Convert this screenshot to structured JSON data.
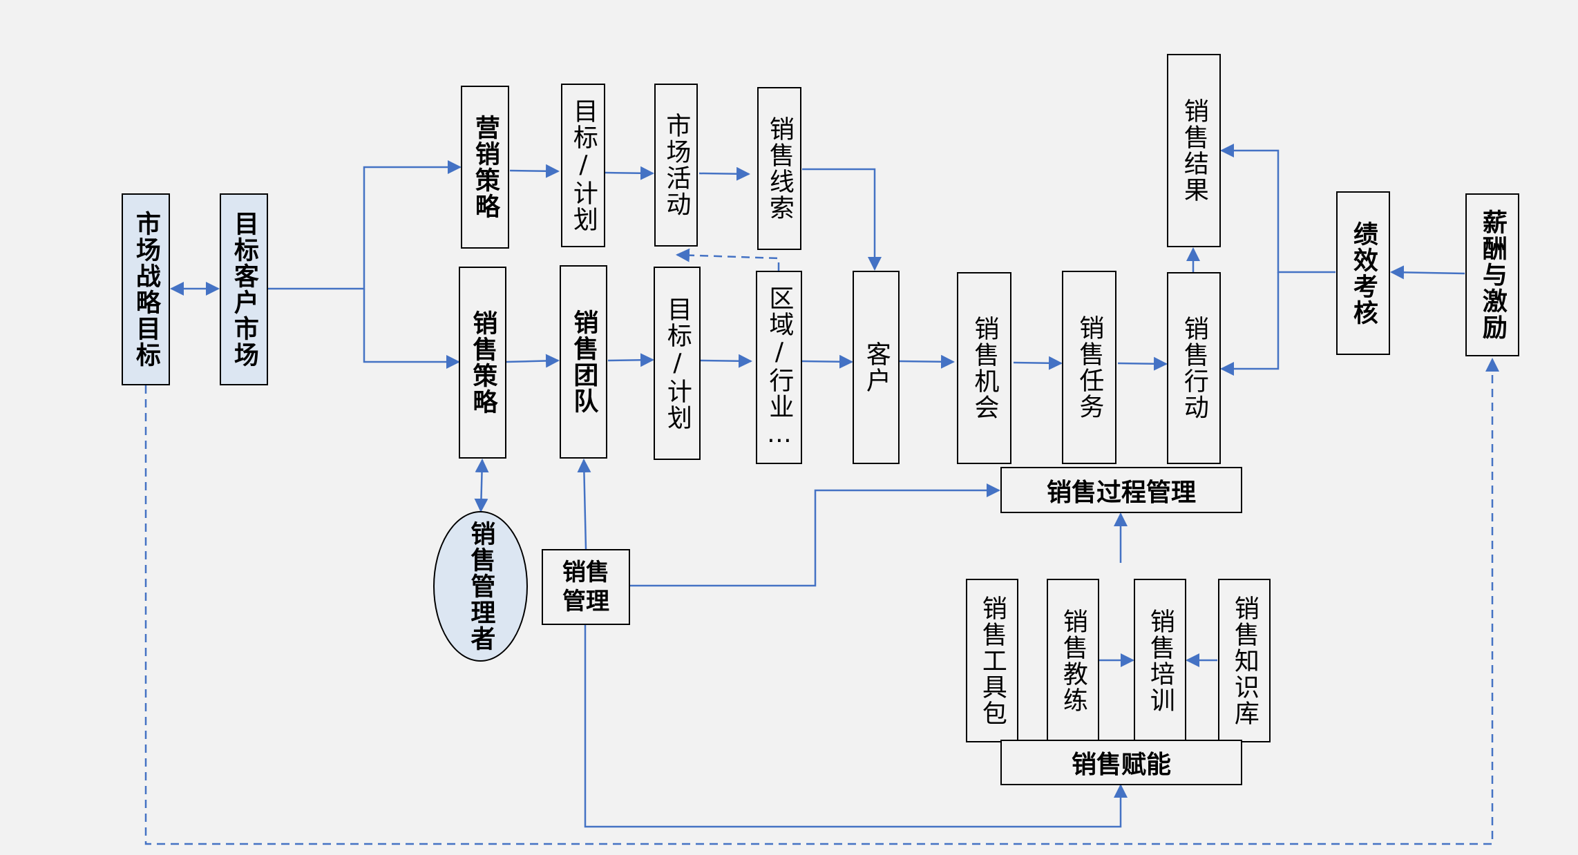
{
  "diagram": {
    "nodes": {
      "market_strategy_goal": "市场战略目标",
      "target_customer_market": "目标客户市场",
      "marketing_strategy": "营销策略",
      "sales_strategy": "销售策略",
      "target_plan_top": "目标/计划",
      "market_activity": "市场活动",
      "sales_leads": "销售线索",
      "sales_team": "销售团队",
      "target_plan_bottom": "目标/计划",
      "region_industry": "区域/行业…",
      "customer": "客户",
      "sales_opportunity": "销售机会",
      "sales_task": "销售任务",
      "sales_action": "销售行动",
      "sales_result": "销售结果",
      "performance_assessment": "绩效考核",
      "compensation_incentive": "薪酬与激励",
      "sales_manager": "销售管理者",
      "sales_management": "销售管理",
      "sales_process_management": "销售过程管理",
      "sales_toolkit": "销售工具包",
      "sales_coach": "销售教练",
      "sales_training": "销售培训",
      "sales_knowledge_base": "销售知识库",
      "sales_enablement": "销售赋能"
    },
    "colors": {
      "connector": "#4472c4",
      "highlight_fill": "#dce6f2",
      "border": "#000000",
      "background": "#f2f2f2"
    }
  }
}
